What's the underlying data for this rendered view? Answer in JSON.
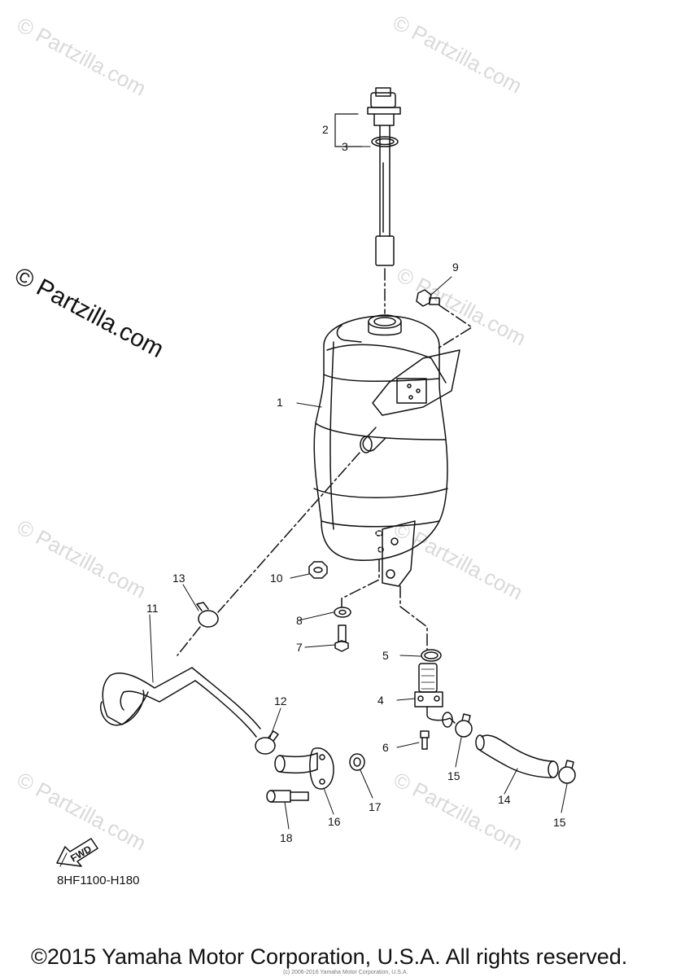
{
  "watermark": "© Partzilla.com",
  "side_watermark": "© Partzilla.com",
  "part_code": "8HF1100-H180",
  "fwd_label": "FWD",
  "small_copyright": "(c) 2006-2016 Yamaha Motor Corporation, U.S.A.",
  "copyright": "©2015 Yamaha Motor Corporation, U.S.A. All rights reserved.",
  "callouts": [
    "1",
    "2",
    "3",
    "4",
    "5",
    "6",
    "7",
    "8",
    "9",
    "10",
    "11",
    "12",
    "13",
    "14",
    "15",
    "15",
    "16",
    "17",
    "18"
  ]
}
